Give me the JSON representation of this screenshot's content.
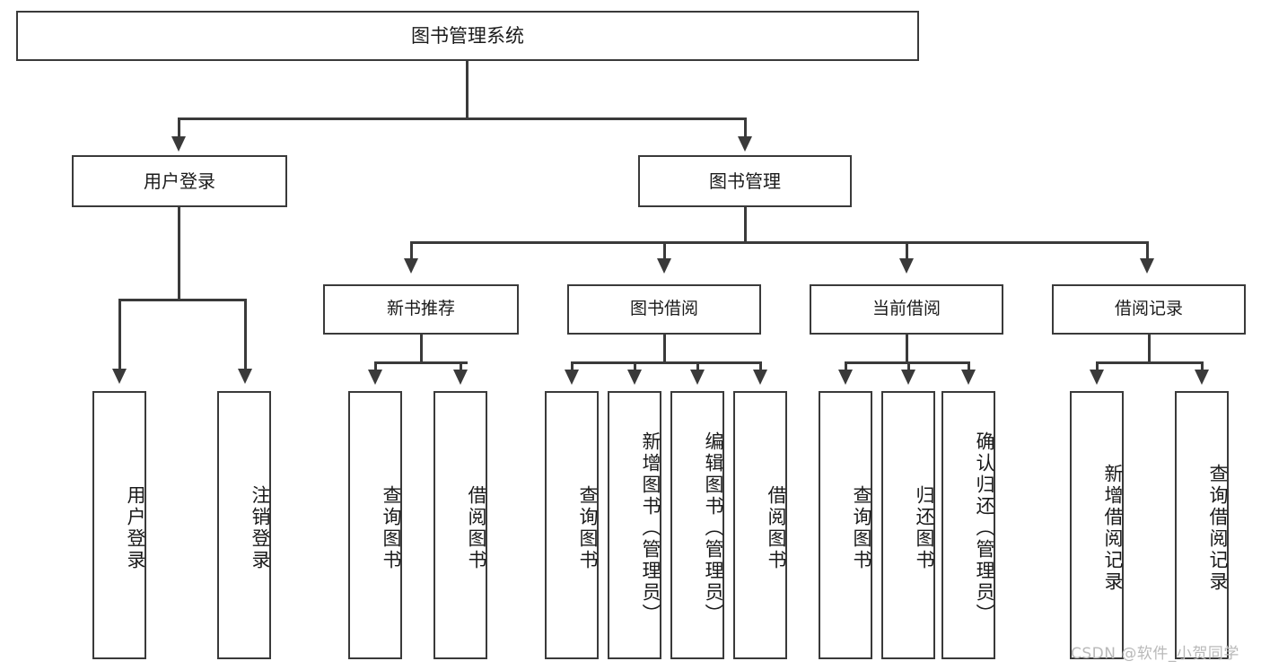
{
  "diagram": {
    "type": "tree",
    "title": "图书管理系统",
    "watermark": "CSDN @软件_小贺同学",
    "colors": {
      "stroke": "#3a3a3a",
      "fill": "#ffffff",
      "text": "#1a1a1a",
      "watermark": "#b9b9b9"
    },
    "root": {
      "label": "图书管理系统"
    },
    "level2": [
      {
        "id": "user-login",
        "label": "用户登录"
      },
      {
        "id": "book-manage",
        "label": "图书管理"
      }
    ],
    "level3": [
      {
        "id": "new-book-rec",
        "label": "新书推荐"
      },
      {
        "id": "book-borrow",
        "label": "图书借阅"
      },
      {
        "id": "current-borrow",
        "label": "当前借阅"
      },
      {
        "id": "borrow-record",
        "label": "借阅记录"
      }
    ],
    "leaves": {
      "user_login": [
        {
          "id": "leaf-user-login",
          "label": "用户登录"
        },
        {
          "id": "leaf-logout",
          "label": "注销登录"
        }
      ],
      "new_book_rec": [
        {
          "id": "leaf-query-book-1",
          "label": "查询图书"
        },
        {
          "id": "leaf-borrow-book-1",
          "label": "借阅图书"
        }
      ],
      "book_borrow": [
        {
          "id": "leaf-query-book-2",
          "label": "查询图书"
        },
        {
          "id": "leaf-add-book",
          "label": "新增图书（管理员）"
        },
        {
          "id": "leaf-edit-book",
          "label": "编辑图书（管理员）"
        },
        {
          "id": "leaf-borrow-book-2",
          "label": "借阅图书"
        }
      ],
      "current_borrow": [
        {
          "id": "leaf-query-book-3",
          "label": "查询图书"
        },
        {
          "id": "leaf-return-book",
          "label": "归还图书"
        },
        {
          "id": "leaf-confirm-return",
          "label": "确认归还（管理员）"
        }
      ],
      "borrow_record": [
        {
          "id": "leaf-add-record",
          "label": "新增借阅记录"
        },
        {
          "id": "leaf-query-record",
          "label": "查询借阅记录"
        }
      ]
    }
  }
}
